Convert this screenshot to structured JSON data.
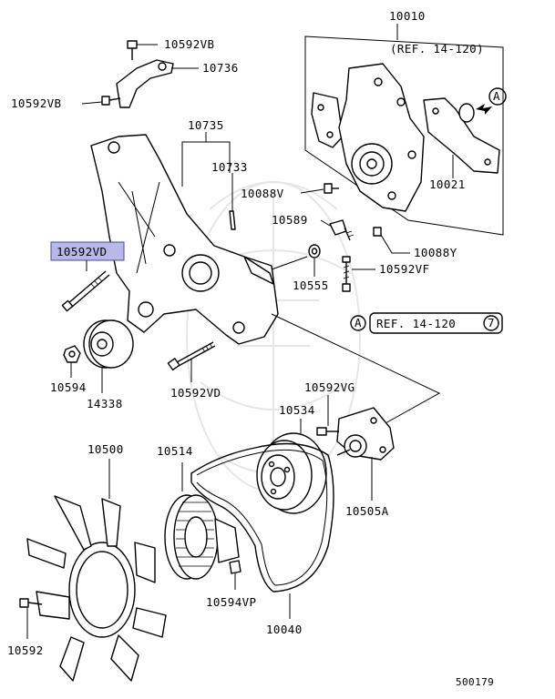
{
  "diagram_number": "500179",
  "highlighted_part": "10592VD",
  "labels": {
    "p10010": "10010",
    "ref1": "(REF. 14-120)",
    "p10592VB_a": "10592VB",
    "p10736": "10736",
    "p10592VB_b": "10592VB",
    "p10735": "10735",
    "p10733": "10733",
    "p10088V": "10088V",
    "p10589": "10589",
    "p10021": "10021",
    "p10088Y": "10088Y",
    "p10592VD_hl": "10592VD",
    "p10592VF": "10592VF",
    "p10555": "10555",
    "refA_circle": "A",
    "ref2": "REF. 14-120",
    "ref2_num": "7",
    "refA_small": "A",
    "p10594": "10594",
    "p14338": "14338",
    "p10592VD": "10592VD",
    "p10592VG": "10592VG",
    "p10534": "10534",
    "p10500": "10500",
    "p10514": "10514",
    "p10505A": "10505A",
    "p10594VP": "10594VP",
    "p10040": "10040",
    "p10592": "10592"
  }
}
